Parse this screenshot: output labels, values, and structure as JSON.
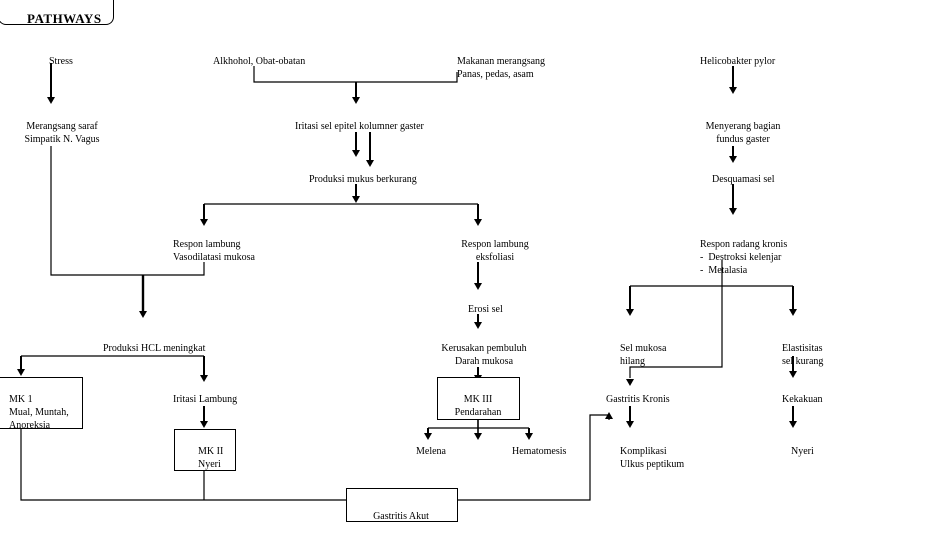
{
  "title": "PATHWAYS",
  "nodes": {
    "stress": "Stress",
    "alkohol": "Alkhohol, Obat-obatan",
    "makanan": "Makanan merangsang\nPanas, pedas, asam",
    "helico": "Helicobakter pylor",
    "saraf": "Merangsang saraf\nSimpatik N. Vagus",
    "iritasi_sel": "Iritasi sel epitel kolumner gaster",
    "menyerang": "Menyerang bagian\nfundus gaster",
    "mukus": "Produksi mukus berkurang",
    "desquamasi": "Desquamasi sel",
    "vasodilatasi": "Respon lambung\nVasodilatasi mukosa",
    "eksfoliasi": "Respon lambung\neksfoliasi",
    "radang": "Respon radang kronis\n-  Destroksi kelenjar\n-  Metalasia",
    "erosi": "Erosi sel",
    "hcl": "Produksi HCL meningkat",
    "kerusakan": "Kerusakan pembuluh\nDarah mukosa",
    "sel_mukosa": "Sel mukosa\nhilang",
    "elastisitas": "Elastisitas\nsel kurang",
    "mk1": "MK 1\nMual, Muntah,\nAnoreksia",
    "iritasi_lambung": "Iritasi Lambung",
    "mk3": "MK III\nPendarahan",
    "gastritis_kronis": "Gastritis Kronis",
    "kekakuan": "Kekakuan",
    "mk2": "MK II\nNyeri",
    "melena": "Melena",
    "hematomesis": "Hematomesis",
    "komplikasi": "Komplikasi\nUlkus peptikum",
    "nyeri": "Nyeri",
    "gastritis_akut": "Gastritis Akut"
  }
}
